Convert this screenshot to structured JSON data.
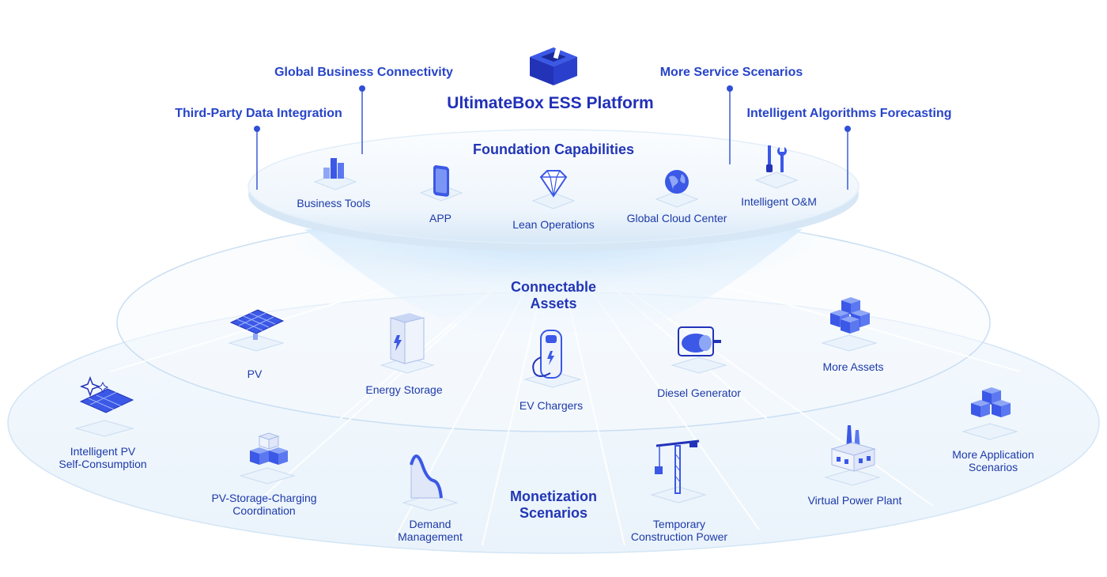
{
  "platform": {
    "title": "UltimateBox ESS Platform",
    "logo_icon": "ultimatebox-cube-icon"
  },
  "callouts": {
    "global_business": "Global Business Connectivity",
    "third_party": "Third-Party Data Integration",
    "more_service": "More Service Scenarios",
    "intelligent_algorithms": "Intelligent Algorithms Forecasting"
  },
  "foundation": {
    "heading": "Foundation Capabilities",
    "items": [
      {
        "label": "Business Tools",
        "icon": "bar-chart-icon"
      },
      {
        "label": "APP",
        "icon": "phone-icon"
      },
      {
        "label": "Lean Operations",
        "icon": "diamond-icon"
      },
      {
        "label": "Global Cloud Center",
        "icon": "globe-icon"
      },
      {
        "label": "Intelligent O&M",
        "icon": "wrench-screwdriver-icon"
      }
    ]
  },
  "assets": {
    "heading_line1": "Connectable",
    "heading_line2": "Assets",
    "items": [
      {
        "label": "PV",
        "icon": "solar-panel-icon"
      },
      {
        "label": "Energy Storage",
        "icon": "battery-cabinet-icon"
      },
      {
        "label": "EV Chargers",
        "icon": "ev-charger-icon"
      },
      {
        "label": "Diesel Generator",
        "icon": "generator-icon"
      },
      {
        "label": "More Assets",
        "icon": "cubes-icon"
      }
    ]
  },
  "monetization": {
    "heading_line1": "Monetization",
    "heading_line2": "Scenarios",
    "items": [
      {
        "line1": "Intelligent PV",
        "line2": "Self-Consumption",
        "icon": "sparkle-solar-icon"
      },
      {
        "line1": "PV-Storage-Charging",
        "line2": "Coordination",
        "icon": "stacked-cubes-icon"
      },
      {
        "line1": "Demand",
        "line2": "Management",
        "icon": "demand-curve-icon"
      },
      {
        "line1": "Temporary",
        "line2": "Construction Power",
        "icon": "crane-icon"
      },
      {
        "line1": "Virtual Power Plant",
        "line2": "",
        "icon": "factory-icon"
      },
      {
        "line1": "More Application",
        "line2": "Scenarios",
        "icon": "cubes-icon"
      }
    ]
  },
  "colors": {
    "primary": "#2744c8",
    "dark_blue": "#1d2fa8",
    "light_blue": "#e8f2fc",
    "ring": "#cfe3f4"
  }
}
